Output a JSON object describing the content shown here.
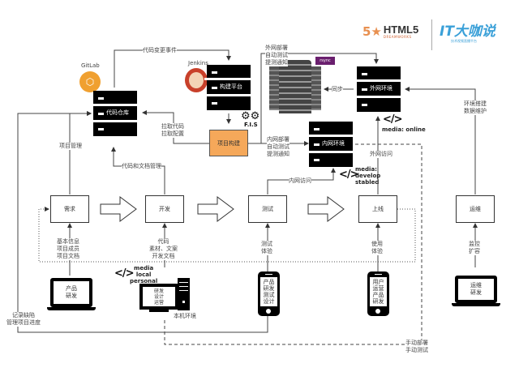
{
  "logos": {
    "html5": {
      "mark": "5★",
      "title": "HTML5",
      "subtitle": "DREAMWORKS"
    },
    "itdakashuo": {
      "title": "IT大咖说",
      "subtitle": "技术视频直播平台"
    }
  },
  "tools": {
    "gitlab": {
      "label": "GitLab",
      "color": "#f0a030"
    },
    "jenkins": {
      "label": "Jenkins"
    },
    "fis": {
      "label": "F.I.S"
    },
    "rsync": {
      "label": "rsync",
      "color": "#6a1f6e"
    }
  },
  "servers": {
    "code_repo": "代码仓库",
    "build_platform": "构建平台",
    "external_env": "外网环境",
    "internal_env": "内网环境"
  },
  "build_box": {
    "label": "项目构建",
    "color": "#f5a85a"
  },
  "stages": [
    {
      "id": "requirements",
      "label": "需求"
    },
    {
      "id": "development",
      "label": "开发"
    },
    {
      "id": "testing",
      "label": "测试"
    },
    {
      "id": "release",
      "label": "上线"
    },
    {
      "id": "operations",
      "label": "运维"
    }
  ],
  "edge_labels": {
    "code_change_event": "代码变更事件",
    "pull_code_config": [
      "拉取代码",
      "拉取配置"
    ],
    "project_mgmt": "项目管理",
    "code_doc_mgmt": "代码和文档管理",
    "external_deploy": [
      "外网部署",
      "自动测试",
      "提测通知"
    ],
    "internal_deploy": [
      "内网部署",
      "自动测试",
      "提测通知"
    ],
    "sync": "同步",
    "internal_access": "内网访问",
    "external_access": "外网访问",
    "env_setup": [
      "环境搭建",
      "数据维护"
    ],
    "record_defects": [
      "记录缺陷",
      "管理项目进度"
    ],
    "manual": [
      "手动部署",
      "手动测试"
    ]
  },
  "inputs": {
    "requirements": [
      "基本信息",
      "项目成员",
      "项目文档"
    ],
    "development": [
      "代码",
      "素材、文案",
      "开发文档"
    ],
    "testing": [
      "测试",
      "体验"
    ],
    "release": [
      "使用",
      "体验"
    ],
    "operations": [
      "监控",
      "扩容"
    ]
  },
  "media": {
    "online": "media: online",
    "develop": [
      "media:",
      "develop",
      "stabled"
    ],
    "local": [
      "media",
      "local",
      "personal"
    ]
  },
  "devices": {
    "product_laptop": [
      "产品",
      "研发"
    ],
    "desktop": [
      "研发",
      "设计",
      "运营"
    ],
    "desktop_caption": "本机环境",
    "test_phone": [
      "产品",
      "研发",
      "测试",
      "设计"
    ],
    "user_phone": [
      "用户",
      "运营",
      "产品",
      "研发"
    ],
    "ops_laptop": [
      "运维",
      "研发"
    ]
  }
}
